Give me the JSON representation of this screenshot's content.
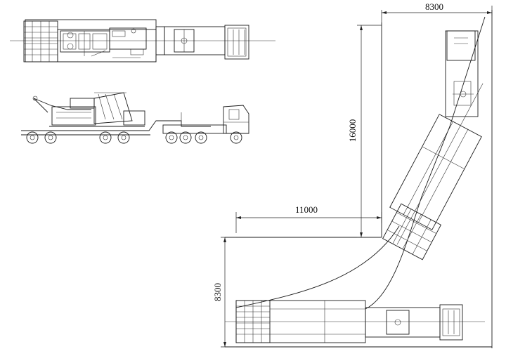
{
  "dimensions": {
    "top_width": "8300",
    "vertical_length": "16000",
    "horizontal_length": "11000",
    "bottom_width": "8300"
  }
}
